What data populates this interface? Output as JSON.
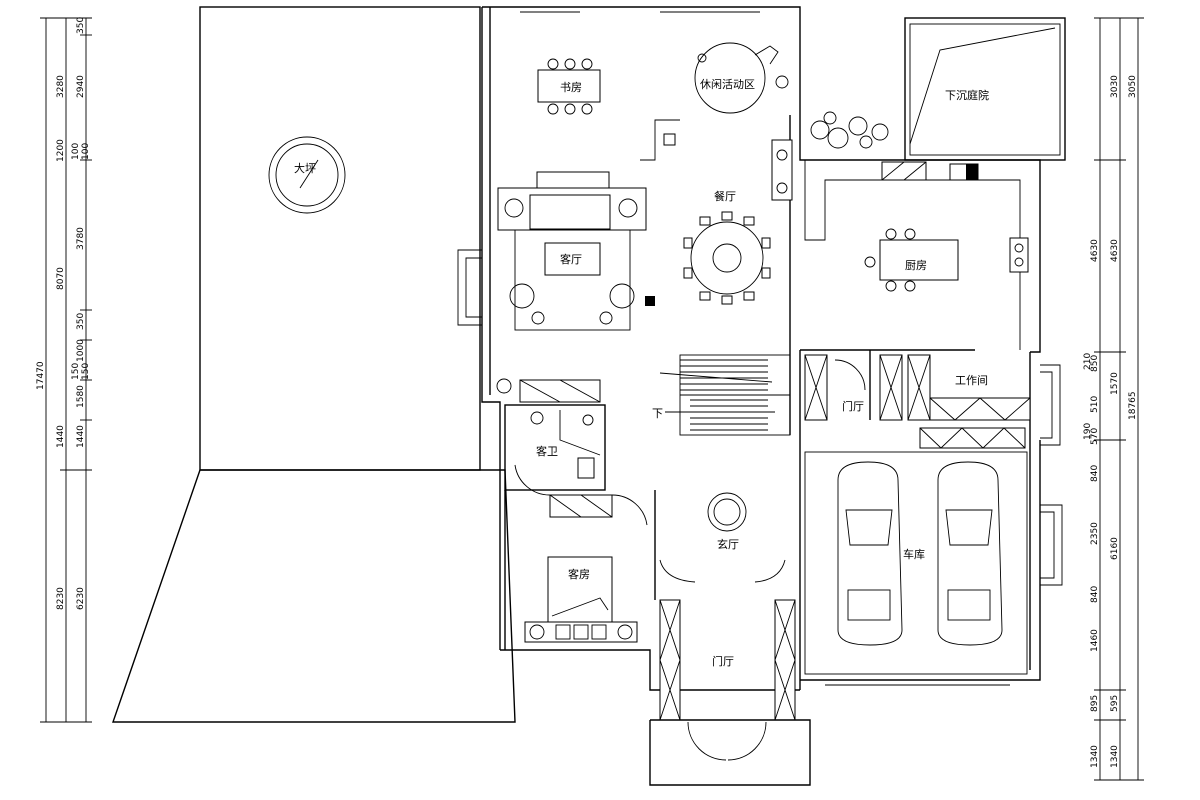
{
  "rooms": {
    "lawn": "大坪",
    "study": "书房",
    "leisure": "休闲活动区",
    "living": "客厅",
    "dining": "餐厅",
    "kitchen": "厨房",
    "sunken_garden": "下沉庭院",
    "laundry": "工作间",
    "entry_lobby": "门厅",
    "guest_bath": "客卫",
    "foyer": "玄厅",
    "guest_bedroom": "客房",
    "garage": "车库",
    "entrance": "门厅",
    "stair_down": "下"
  },
  "dims_left_outer": [
    "17470"
  ],
  "dims_left_mid": [
    "8070",
    "8230"
  ],
  "dims_left_inner": [
    "350",
    "3280",
    "2940",
    "1200",
    "100",
    "100",
    "3780",
    "350",
    "1000",
    "150",
    "150",
    "1580",
    "1440",
    "1440",
    "6230"
  ],
  "dims_right_outer": [
    "18765"
  ],
  "dims_right_mid": [
    "3030",
    "4630",
    "210",
    "190",
    "1570",
    "6160",
    "595",
    "1340"
  ],
  "dims_right_inner": [
    "3050",
    "4630",
    "850",
    "510",
    "570",
    "840",
    "2350",
    "840",
    "1460",
    "895",
    "1340"
  ]
}
